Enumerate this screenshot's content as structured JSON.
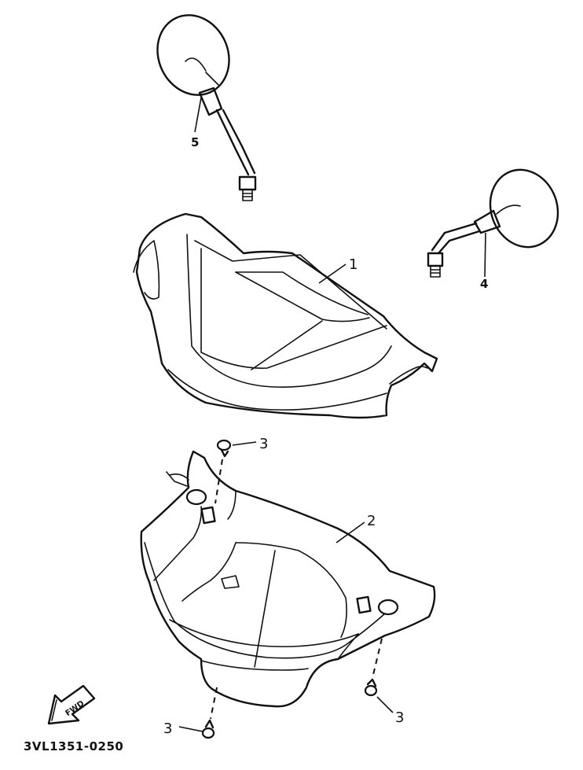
{
  "callouts": {
    "part_1": "1",
    "part_2": "2",
    "part_3_top": "3",
    "part_3_right": "3",
    "part_3_bottom": "3",
    "part_4": "4",
    "part_5": "5"
  },
  "fwd_label": "FWD",
  "reference_code": "3VL1351-0250",
  "icons": {
    "direction_arrow": "fwd-arrow-icon"
  }
}
